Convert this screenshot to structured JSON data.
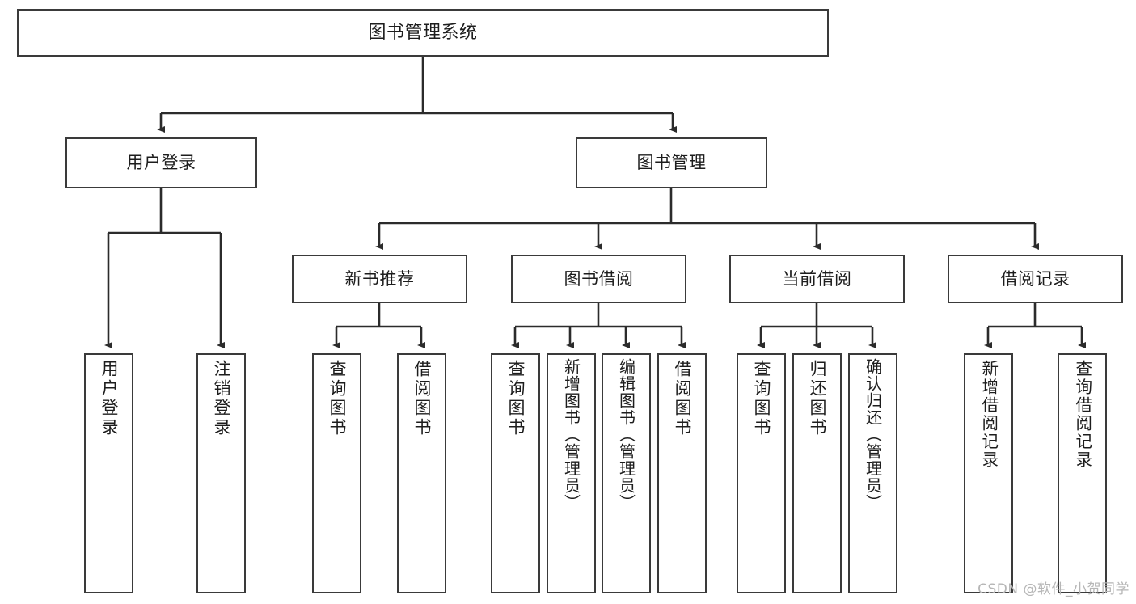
{
  "diagram": {
    "title": "图书管理系统",
    "watermark": "CSDN @软件_小贺同学",
    "accent_color": "#3a3a3a",
    "background_color": "#ffffff",
    "text_color": "#1d1d1d",
    "watermark_color": "#b6b6b6"
  },
  "nodes": {
    "root": {
      "label": "图书管理系统"
    },
    "level2": [
      {
        "label": "用户登录"
      },
      {
        "label": "图书管理"
      }
    ],
    "level3": [
      {
        "label": "新书推荐"
      },
      {
        "label": "图书借阅"
      },
      {
        "label": "当前借阅"
      },
      {
        "label": "借阅记录"
      }
    ],
    "leaves": {
      "user_login": [
        {
          "label": "用户登录"
        },
        {
          "label": "注销登录"
        }
      ],
      "new_book": [
        {
          "label": "查询图书"
        },
        {
          "label": "借阅图书"
        }
      ],
      "borrow_book": [
        {
          "label": "查询图书"
        },
        {
          "label": "新增图书（管理员）"
        },
        {
          "label": "编辑图书（管理员）"
        },
        {
          "label": "借阅图书"
        }
      ],
      "current_borrow": [
        {
          "label": "查询图书"
        },
        {
          "label": "归还图书"
        },
        {
          "label": "确认归还（管理员）"
        }
      ],
      "borrow_record": [
        {
          "label": "新增借阅记录"
        },
        {
          "label": "查询借阅记录"
        }
      ]
    }
  },
  "chart_data": {
    "type": "table",
    "title": "图书管理系统 功能结构图",
    "hierarchy": [
      {
        "label": "图书管理系统",
        "children": [
          {
            "label": "用户登录",
            "children": [
              {
                "label": "用户登录"
              },
              {
                "label": "注销登录"
              }
            ]
          },
          {
            "label": "图书管理",
            "children": [
              {
                "label": "新书推荐",
                "children": [
                  {
                    "label": "查询图书"
                  },
                  {
                    "label": "借阅图书"
                  }
                ]
              },
              {
                "label": "图书借阅",
                "children": [
                  {
                    "label": "查询图书"
                  },
                  {
                    "label": "新增图书（管理员）"
                  },
                  {
                    "label": "编辑图书（管理员）"
                  },
                  {
                    "label": "借阅图书"
                  }
                ]
              },
              {
                "label": "当前借阅",
                "children": [
                  {
                    "label": "查询图书"
                  },
                  {
                    "label": "归还图书"
                  },
                  {
                    "label": "确认归还（管理员）"
                  }
                ]
              },
              {
                "label": "借阅记录",
                "children": [
                  {
                    "label": "新增借阅记录"
                  },
                  {
                    "label": "查询借阅记录"
                  }
                ]
              }
            ]
          }
        ]
      }
    ]
  }
}
